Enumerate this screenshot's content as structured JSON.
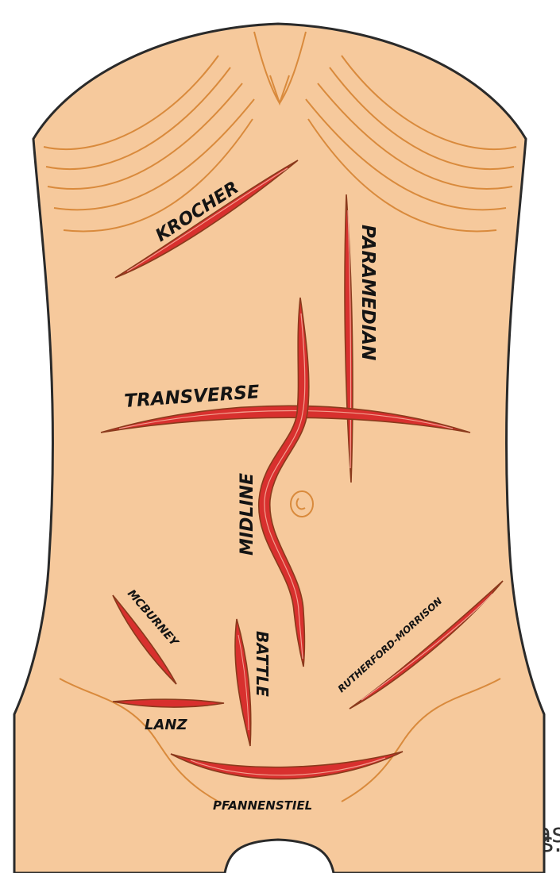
{
  "incisions": {
    "krocher": "KROCHER",
    "paramedian": "PARAMEDIAN",
    "transverse": "TRANSVERSE",
    "midline": "MIDLINE",
    "mcburney": "MCBURNEY",
    "battle": "BATTLE",
    "rutherford_morrison": "RUTHERFORD-MORRISON",
    "lanz": "LANZ",
    "pfannenstiel": "PFANNENSTIEL"
  },
  "background_text": {
    "line1": "e las",
    "line2": "s."
  },
  "colors": {
    "skin": "#f6c99c",
    "outline": "#2a2a2a",
    "skin_fold": "#d98a3c",
    "incision": "#d8302e",
    "incision_edge": "#8a3a1c"
  }
}
